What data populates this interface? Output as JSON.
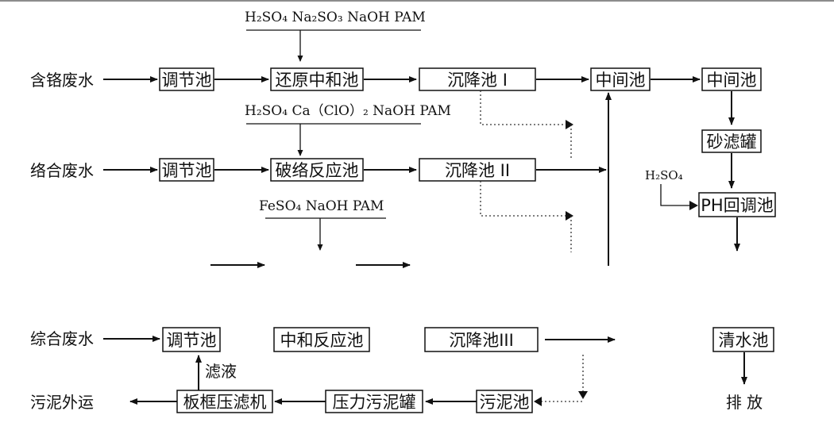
{
  "chemicals": {
    "row1": "H₂SO₄ Na₂SO₃ NaOH PAM",
    "row2": "H₂SO₄ Ca（ClO）₂ NaOH PAM",
    "row3": "FeSO₄ NaOH PAM",
    "ph_acid": "H₂SO₄"
  },
  "sources": {
    "chromium": "含铬废水",
    "complex": "络合废水",
    "mixed": "综合废水"
  },
  "row1": {
    "regulating": "调节池",
    "reduction": "还原中和池",
    "settling": "沉降池 I",
    "intermediate1": "中间池",
    "intermediate2": "中间池"
  },
  "row2": {
    "regulating": "调节池",
    "decomplex": "破络反应池",
    "settling": "沉降池 II"
  },
  "treatment": {
    "sand_filter": "砂滤罐",
    "ph_adjust": "PH回调池",
    "clear_pool": "清水池",
    "discharge": "排 放"
  },
  "row3": {
    "regulating": "调节池",
    "neutral": "中和反应池",
    "settling": "沉降池III"
  },
  "sludge": {
    "sludge_pool": "污泥池",
    "pressure_tank": "压力污泥罐",
    "filter_press": "板框压滤机",
    "outbound": "污泥外运",
    "filtrate": "滤液"
  }
}
